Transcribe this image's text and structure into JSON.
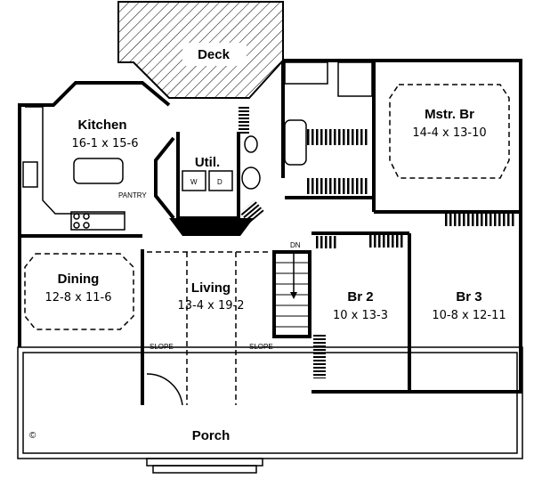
{
  "rooms": {
    "deck": {
      "name": "Deck"
    },
    "kitchen": {
      "name": "Kitchen",
      "size": "16-1 x 15-6"
    },
    "util": {
      "name": "Util."
    },
    "pantry": {
      "name": "PANTRY"
    },
    "washer": {
      "name": "W"
    },
    "dryer": {
      "name": "D"
    },
    "master": {
      "name": "Mstr. Br",
      "size": "14-4 x 13-10"
    },
    "dining": {
      "name": "Dining",
      "size": "12-8 x 11-6"
    },
    "living": {
      "name": "Living",
      "size": "13-4 x 19-2"
    },
    "br2": {
      "name": "Br 2",
      "size": "10 x 13-3"
    },
    "br3": {
      "name": "Br 3",
      "size": "10-8 x 12-11"
    },
    "porch": {
      "name": "Porch"
    }
  },
  "annotations": {
    "stairs_down": "DN",
    "slope_left": "SLOPE",
    "slope_right": "SLOPE",
    "copyright": "©"
  }
}
